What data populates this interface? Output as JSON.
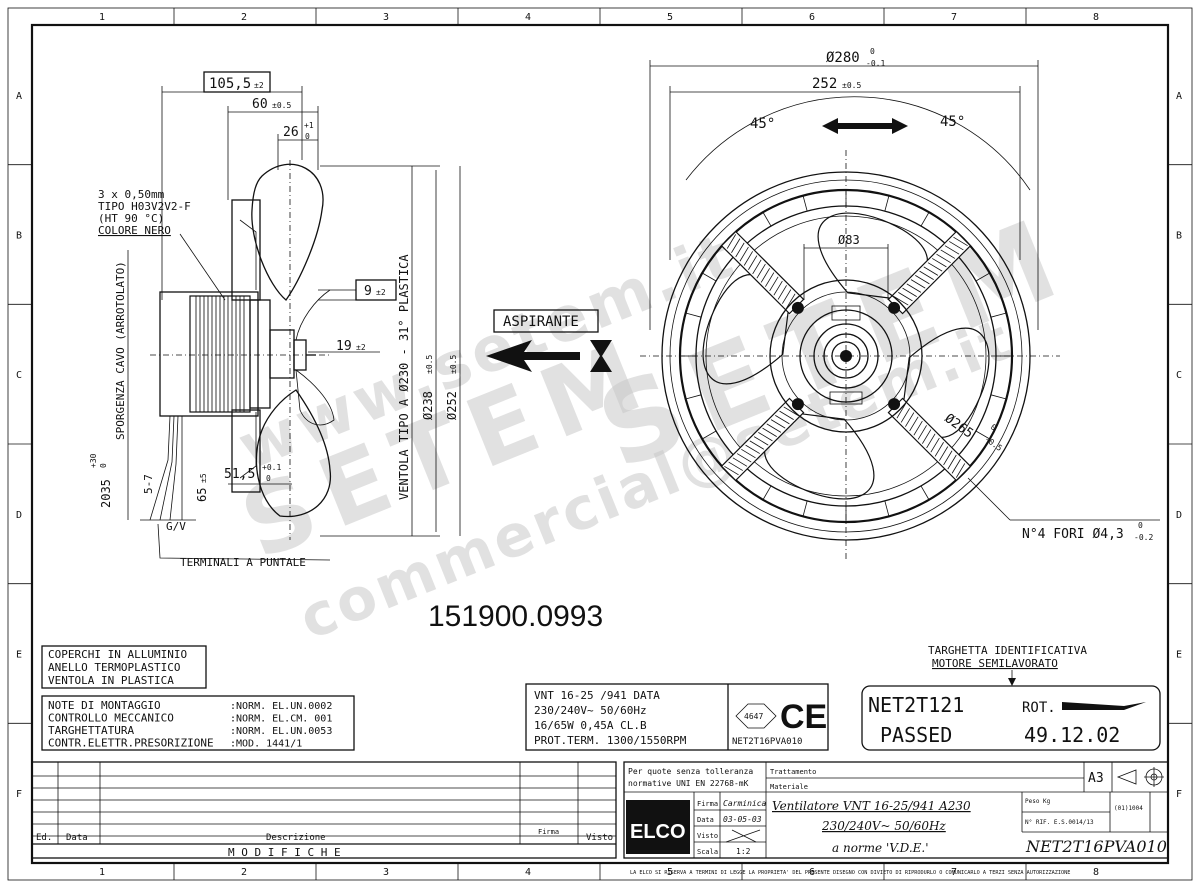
{
  "grid": {
    "cols": [
      "1",
      "2",
      "3",
      "4",
      "5",
      "6",
      "7",
      "8"
    ],
    "rows": [
      "A",
      "B",
      "C",
      "D",
      "E",
      "F"
    ]
  },
  "side_view": {
    "dim_105": "105,5",
    "dim_105_tol": "±2",
    "dim_60": "60",
    "dim_60_tol": "±0.5",
    "dim_26": "26",
    "dim_26_tol_top": "+1",
    "dim_26_tol_bot": "0",
    "cable_1": "3 x 0,50mm",
    "cable_2": "TIPO H03V2V2-F",
    "cable_3": "(HT 90 °C)",
    "cable_4": "COLORE NERO",
    "dim_9": "9",
    "dim_9_tol": "±2",
    "dim_19": "19",
    "dim_19_tol": "±2",
    "dim_51": "51,5",
    "dim_51_tol_top": "+0.1",
    "dim_51_tol_bot": "0",
    "vert_sporgenza": "SPORGENZA CAVO (ARROTOLATO)",
    "vert_2035": "2035",
    "vert_2035_tol_top": "+30",
    "vert_2035_tol_bot": "0",
    "dim_5_7": "5-7",
    "dim_65": "65",
    "dim_65_tol": "±5",
    "label_gv": "G/V",
    "terminali": "TERMINALI A PUNTALE",
    "vert_ventola": "VENTOLA TIPO A Ø230 - 31° PLASTICA",
    "vert_238": "Ø238",
    "vert_238_tol": "±0.5",
    "vert_252": "Ø252",
    "vert_252_tol": "±0.5"
  },
  "aspirante": "ASPIRANTE",
  "part_number": "151900.0993",
  "front_view": {
    "dim_280": "Ø280",
    "dim_280_tol_top": "0",
    "dim_280_tol_bot": "-0.1",
    "dim_252": "252",
    "dim_252_tol": "±0.5",
    "angle_left": "45°",
    "angle_right": "45°",
    "dim_83": "Ø83",
    "dim_265": "Ø265",
    "dim_265_tol_top": "0",
    "dim_265_tol_bot": "-0.5",
    "fori": "N°4 FORI Ø4,3",
    "fori_tol_top": "0",
    "fori_tol_bot": "-0.2"
  },
  "watermark": {
    "url": "www.setem.it",
    "brand": "SETEM",
    "email": "commercial@setem.it"
  },
  "materials": [
    "COPERCHI IN ALLUMINIO",
    "ANELLO TERMOPLASTICO",
    "VENTOLA IN PLASTICA"
  ],
  "notes": [
    {
      "label": "NOTE DI MONTAGGIO",
      "value": ":NORM. EL.UN.0002"
    },
    {
      "label": "CONTROLLO MECCANICO",
      "value": ":NORM. EL.CM. 001"
    },
    {
      "label": "TARGHETTATURA",
      "value": ":NORM. EL.UN.0053"
    },
    {
      "label": "CONTR.ELETTR.PRESORIZIONE",
      "value": ":MOD.        1441/1"
    }
  ],
  "label_plate": {
    "line1": "VNT 16-25 /941 DATA",
    "line2": "230/240V~ 50/60Hz",
    "line3": "16/65W 0,45A CL.B",
    "line4": "PROT.TERM. 1300/1550RPM",
    "logo_num": "4647",
    "ce": "CE",
    "code": "NET2T16PVA010"
  },
  "targhetta": {
    "title1": "TARGHETTA IDENTIFICATIVA",
    "title2": "MOTORE SEMILAVORATO",
    "code": "NET2T121",
    "status": "PASSED",
    "rot": "ROT.",
    "date": "49.12.02"
  },
  "title_block": {
    "tol1": "Per quote senza tolleranza",
    "tol2": "normative UNI EN 22768-mK",
    "trattamento": "Trattamento",
    "materiale": "Materiale",
    "format": "A3",
    "firma": "Firma",
    "firma_val": "Carminica",
    "data": "Data",
    "data_val": "03-05-03",
    "visto": "Visto",
    "scala": "Scala",
    "scala_val": "1:2",
    "title1": "Ventilatore VNT 16-25/941 A230",
    "title2": "230/240V~ 50/60Hz",
    "title3": "a norme 'V.D.E.'",
    "peso": "Peso Kg",
    "rif1": "N° RIF.",
    "rif2": "N° RIF.   E.S.0014/13",
    "rev": "(01)1004",
    "code": "NET2T16PVA010",
    "logo": "ELCO",
    "ed": "Ed.",
    "date_h": "Data",
    "descr": "Descrizione",
    "firma_h": "Firma",
    "visto_h": "Visto",
    "modifiche": "M O D I F I C H E",
    "copyright": "LA ELCO SI RISERVA A TERMINI DI LEGGE LA PROPRIETA' DEL PRESENTE DISEGNO CON DIVIETO DI RIPRODURLO O COMUNICARLO A TERZI SENZA AUTORIZZAZIONE"
  }
}
